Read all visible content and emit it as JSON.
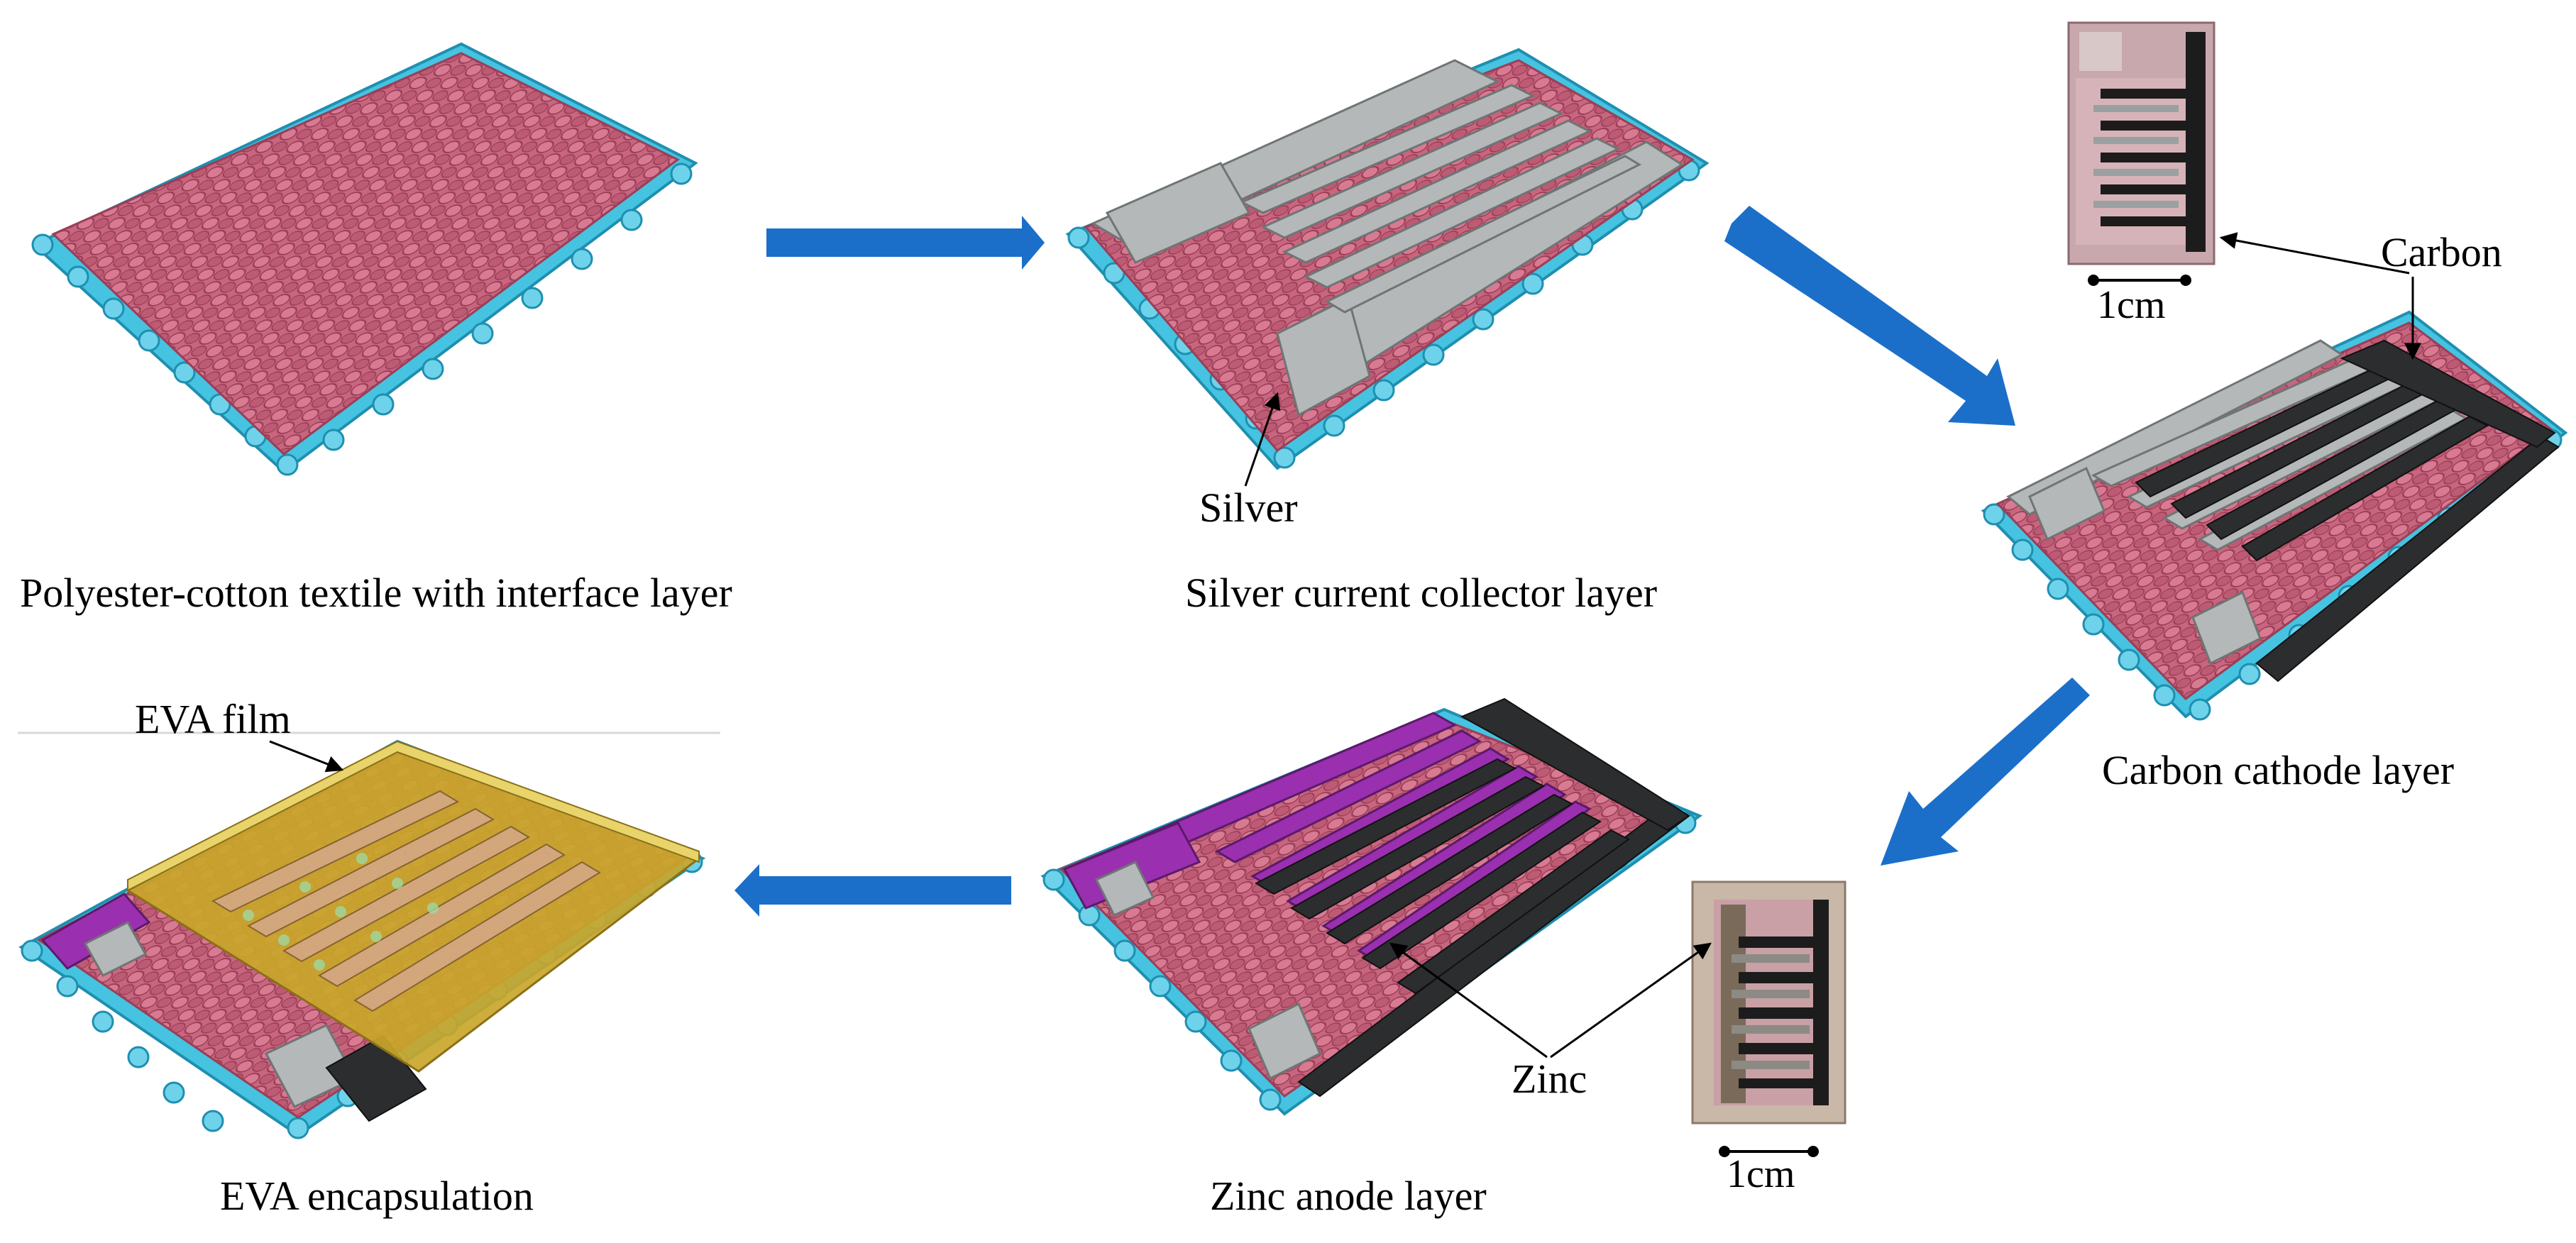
{
  "colors": {
    "textile_pink": "#c8667f",
    "textile_pink_dark": "#a84a62",
    "edge_cyan": "#45c3e0",
    "edge_cyan_dark": "#1f8fb0",
    "silver": "#b4b8b8",
    "silver_dark": "#8e9494",
    "carbon": "#2b2d2f",
    "zinc_purple": "#9a2fb0",
    "eva_yellow": "#c9a62a",
    "eva_film": "#e8d46a",
    "arrow_blue": "#1b6fc9",
    "photo_bg": "#c8a8ad"
  },
  "steps": [
    {
      "id": "textile",
      "caption": "Polyester-cotton textile with interface layer"
    },
    {
      "id": "silver",
      "caption": "Silver current collector layer",
      "callout": "Silver"
    },
    {
      "id": "carbon",
      "caption": "Carbon cathode layer",
      "callout": "Carbon",
      "scale_label": "1cm"
    },
    {
      "id": "zinc",
      "caption": "Zinc anode layer",
      "callout": "Zinc",
      "scale_label": "1cm"
    },
    {
      "id": "eva",
      "caption": "EVA encapsulation",
      "callout": "EVA film"
    }
  ]
}
